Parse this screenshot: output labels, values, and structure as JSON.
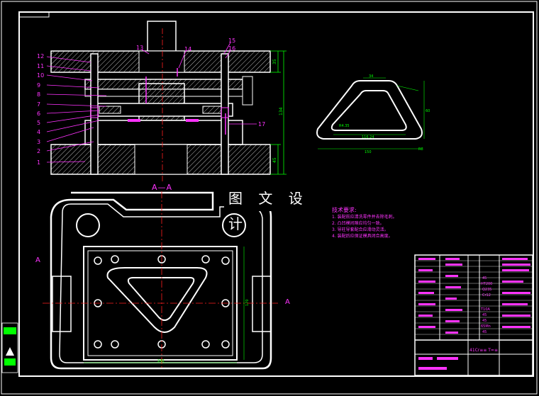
{
  "colors": {
    "background": "#000000",
    "outline": "#ffffff",
    "dimension": "#00ff00",
    "annotation": "#ff33ff",
    "centerline": "#ff2020",
    "hidden": "#ffff00",
    "hatch": "#c8c8c8"
  },
  "watermark": "图 文 设 计",
  "section_label": "A—A",
  "section_marks": {
    "left": "A",
    "right": "A"
  },
  "part_numbers": [
    "12",
    "11",
    "10",
    "9",
    "8",
    "7",
    "6",
    "5",
    "4",
    "3",
    "2",
    "1"
  ],
  "part_numbers_top": [
    "13",
    "14",
    "15",
    "16"
  ],
  "part_number_right": "17",
  "dimensions": {
    "front_height_total": "134",
    "front_top": "35",
    "front_bottom": "45",
    "part_width": "150",
    "part_inner_width": "116.24",
    "part_top_width": "34",
    "part_height": "60",
    "part_r1": "R4.35",
    "part_r2": "R8",
    "plan_width": "240",
    "plan_height": "170"
  },
  "tech_requirements": {
    "heading": "技术要求:",
    "items": [
      "1. 装配前应清洗零件并去除毛刺。",
      "2. 凸凹模间隙应均匀一致。",
      "3. 导柱导套配合应滑动灵活。",
      "4. 装配后应保证模具闭合高度。"
    ]
  },
  "title_block": {
    "material_note": "41Cr≡≡ T=≡",
    "qty_values": [
      "45",
      "HT200",
      "Q235",
      "Cr12",
      "T10A",
      "45",
      "45",
      "65Mn",
      "45"
    ]
  }
}
